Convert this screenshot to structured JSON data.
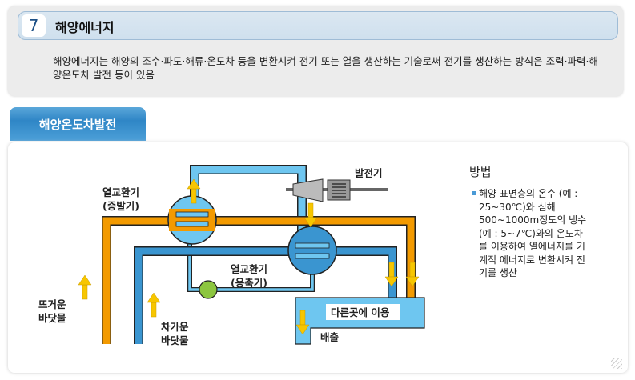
{
  "section": {
    "number": "7",
    "title": "해양에너지",
    "description": "해양에너지는 해양의 조수·파도·해류·온도차 등을 변환시켜 전기 또는 열을 생산하는 기술로써 전기를 생산하는 방식은 조력·파력·해양온도차 발전 등이 있음"
  },
  "tab": {
    "label": "해양온도차발전"
  },
  "diagram": {
    "evaporator": "열교환기\n(증발기)",
    "evaporator_l1": "열교환기",
    "evaporator_l2": "(증발기)",
    "condenser_l1": "열교환기",
    "condenser_l2": "(응축기)",
    "generator": "발전기",
    "warm_l1": "뜨거운",
    "warm_l2": "바닷물",
    "cold_l1": "차가운",
    "cold_l2": "바닷물",
    "reuse": "다른곳에 이용",
    "discharge": "배출"
  },
  "method": {
    "title": "방법",
    "text": "해양 표면층의 온수 (예 : 25~30℃)와 심해 500~1000m정도의 냉수 (예 : 5~7℃)와의 온도차를 이용하여 열에너지를 기계적 에너지로 변환시켜 전기를 생산"
  },
  "colors": {
    "warm": "#f39a00",
    "cold": "#3a95d0",
    "working": "#6ec6f0",
    "arrow": "#f7c600"
  }
}
